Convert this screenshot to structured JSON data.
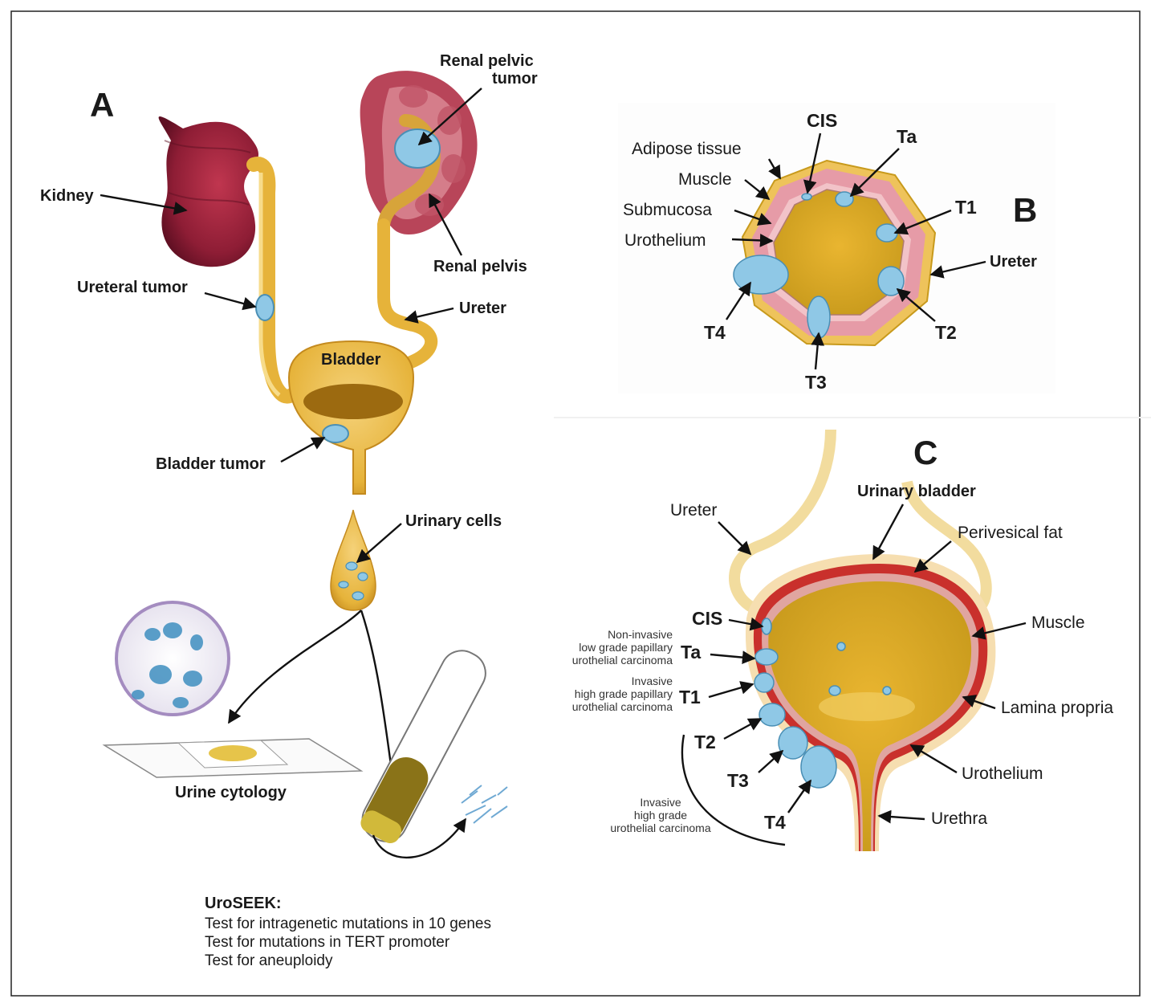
{
  "panel_labels": {
    "a": "A",
    "b": "B",
    "c": "C"
  },
  "panel_a": {
    "kidney": "Kidney",
    "renal_pelvic_tumor": [
      "Renal pelvic",
      "tumor"
    ],
    "renal_pelvis": "Renal pelvis",
    "ureteral_tumor": "Ureteral tumor",
    "ureter": "Ureter",
    "bladder": "Bladder",
    "bladder_tumor": "Bladder tumor",
    "urinary_cells": "Urinary cells",
    "urine_cytology": "Urine cytology",
    "uroseek_title": "UroSEEK:",
    "uroseek_lines": [
      "Test for intragenetic mutations in 10 genes",
      "Test for mutations in TERT promoter",
      "Test for aneuploidy"
    ]
  },
  "panel_b": {
    "adipose": "Adipose tissue",
    "muscle": "Muscle",
    "submucosa": "Submucosa",
    "urothelium": "Urothelium",
    "ureter": "Ureter",
    "cis": "CIS",
    "ta": "Ta",
    "t1": "T1",
    "t2": "T2",
    "t3": "T3",
    "t4": "T4"
  },
  "panel_c": {
    "urinary_bladder": "Urinary bladder",
    "ureter": "Ureter",
    "perivesical_fat": "Perivesical fat",
    "muscle": "Muscle",
    "lamina_propria": "Lamina propria",
    "urothelium": "Urothelium",
    "urethra": "Urethra",
    "cis": "CIS",
    "ta": "Ta",
    "t1": "T1",
    "t2": "T2",
    "t3": "T3",
    "t4": "T4",
    "ta_desc": [
      "Non-invasive",
      "low grade papillary",
      "urothelial carcinoma"
    ],
    "t1_desc": [
      "Invasive",
      "high grade papillary",
      "urothelial carcinoma"
    ],
    "invasive_desc": [
      "Invasive",
      "high grade",
      "urothelial carcinoma"
    ]
  },
  "colors": {
    "kidney": "#8e1d35",
    "urine": "#e8b437",
    "muscle": "#e59aa6",
    "tumor": "#8fc8e6",
    "bladder_wall": "#c9302c"
  }
}
